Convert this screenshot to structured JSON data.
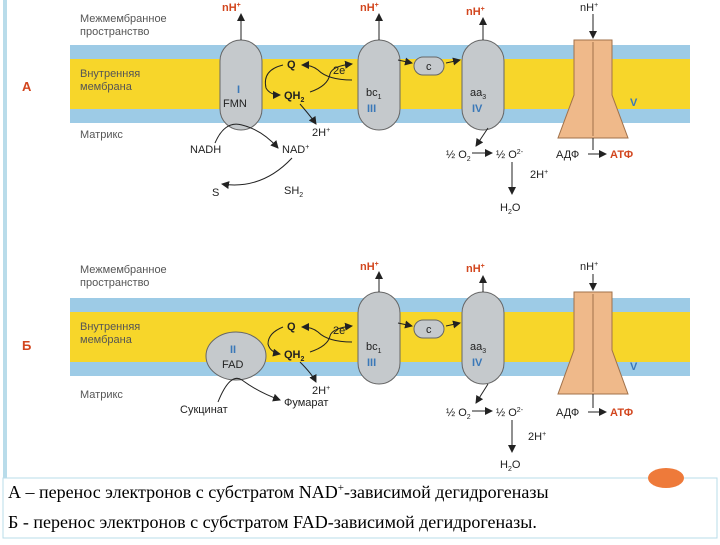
{
  "panel_a": {
    "letter": "А",
    "labels": {
      "intermembrane": [
        "Межмембранное",
        "пространство"
      ],
      "inner_membrane": [
        "Внутренняя",
        "мембрана"
      ],
      "matrix": "Матрикс"
    },
    "complex1": {
      "roman": "I",
      "cofactor": "FMN"
    },
    "complex3": {
      "name": "bc",
      "sub": "1",
      "roman": "III"
    },
    "complex4": {
      "name": "aa",
      "sub": "3",
      "roman": "IV"
    },
    "atp_synthase": {
      "roman": "V"
    },
    "nh": "nH",
    "nh_sup": "+",
    "q": "Q",
    "qh2": "QH",
    "qh2_sub": "2",
    "two_e": "2e",
    "two_e_sup": "-",
    "cyt_c": "c",
    "two_h": "2H",
    "two_h_sup": "+",
    "nadh": "NADH",
    "nad": "NAD",
    "nad_sup": "+",
    "s": "S",
    "sh2": "SH",
    "sh2_sub": "2",
    "half_o2": "½ O",
    "half_o2_sub": "2",
    "half_o2_ion": "½ O",
    "half_o2_ion_sup": "2-",
    "adp": "АДФ",
    "atp": "АТФ",
    "h2o": "H",
    "h2o_rest": "O",
    "h2o_sub": "2"
  },
  "panel_b": {
    "letter": "Б",
    "labels": {
      "intermembrane": [
        "Межмембранное",
        "пространство"
      ],
      "inner_membrane": [
        "Внутренняя",
        "мембрана"
      ],
      "matrix": "Матрикс"
    },
    "complex2": {
      "roman": "II",
      "cofactor": "FAD"
    },
    "complex3": {
      "name": "bc",
      "sub": "1",
      "roman": "III"
    },
    "complex4": {
      "name": "aa",
      "sub": "3",
      "roman": "IV"
    },
    "atp_synthase": {
      "roman": "V"
    },
    "nh": "nH",
    "nh_sup": "+",
    "q": "Q",
    "qh2": "QH",
    "qh2_sub": "2",
    "two_e": "2e",
    "two_e_sup": "-",
    "cyt_c": "c",
    "two_h": "2H",
    "two_h_sup": "+",
    "succinate": "Сукцинат",
    "fumarate": "Фумарат",
    "half_o2": "½ O",
    "half_o2_sub": "2",
    "half_o2_ion": "½ O",
    "half_o2_ion_sup": "2-",
    "adp": "АДФ",
    "atp": "АТФ",
    "h2o": "H",
    "h2o_rest": "O",
    "h2o_sub": "2"
  },
  "captions": {
    "a_main": "А – перенос электронов с субстратом NAD",
    "a_sup": "+",
    "a_rest": "-зависимой дегидрогеназы",
    "b": "Б - перенос электронов с субстратом FAD-зависимой дегидрогеназы."
  },
  "colors": {
    "membrane_yellow": "#f7d62a",
    "membrane_blue": "#9dcbe6",
    "complex_gray": "#c5c9cc",
    "atp_synthase": "#efb98a",
    "accent_red": "#d2461e",
    "label_blue": "#3a78b8",
    "label_text": "#555555"
  }
}
